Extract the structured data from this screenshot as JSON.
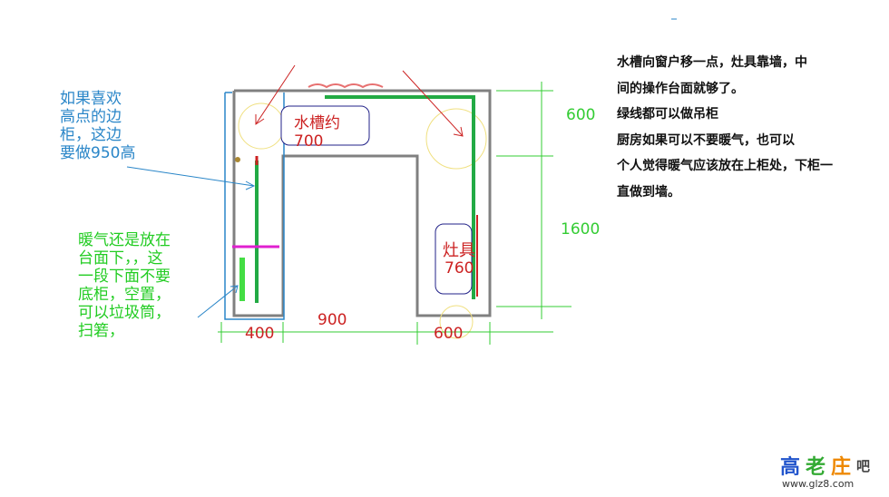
{
  "notes": {
    "right_lines": [
      "水槽向窗户移一点，灶具靠墙，中",
      "间的操作台面就够了。",
      "绿线都可以做吊柜",
      "厨房如果可以不要暖气，也可以",
      "个人觉得暖气应该放在上柜处，下柜一",
      "直做到墙。"
    ],
    "blue_note": "如果喜欢\n高点的边\n柜，这边\n要做950高",
    "green_note": "暖气还是放在\n台面下，，这\n一段下面不要\n底柜，空置，\n可以垃圾筒，\n扫箬，"
  },
  "plan": {
    "sink_label": "水槽约",
    "sink_value": "700",
    "stove_label": "灶具",
    "stove_value": "760",
    "dim_400": "400",
    "dim_900": "900",
    "dim_600_bottom": "600",
    "dim_600_right": "600",
    "dim_1600": "1600"
  },
  "logo": {
    "glyphs": [
      "高",
      "老",
      "庄",
      "吧"
    ],
    "url": "www.glz8.com"
  },
  "colors": {
    "wall": "#808080",
    "green_line": "#22aa44",
    "dimension": "#33cc33",
    "label_red": "#cc2222",
    "blue_note": "#2a86c8",
    "magenta": "#e020d0",
    "circle": "#f0e080"
  }
}
